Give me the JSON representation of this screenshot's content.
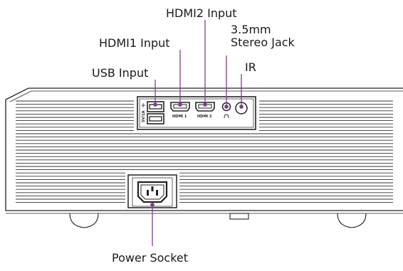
{
  "labels": {
    "hdmi2": "HDMI2 Input",
    "jack_line1": "3.5mm",
    "jack_line2": "Stereo Jack",
    "hdmi1": "HDMI1 Input",
    "usb": "USB Input",
    "ir": "IR",
    "power": "Power Socket"
  },
  "port_marks": {
    "hdmi1": "HDMI 1",
    "hdmi2": "HDMI 2",
    "usb": "5V/1A"
  },
  "colors": {
    "leader": "#7b3f8f",
    "outline": "#222222",
    "background": "#ffffff"
  }
}
